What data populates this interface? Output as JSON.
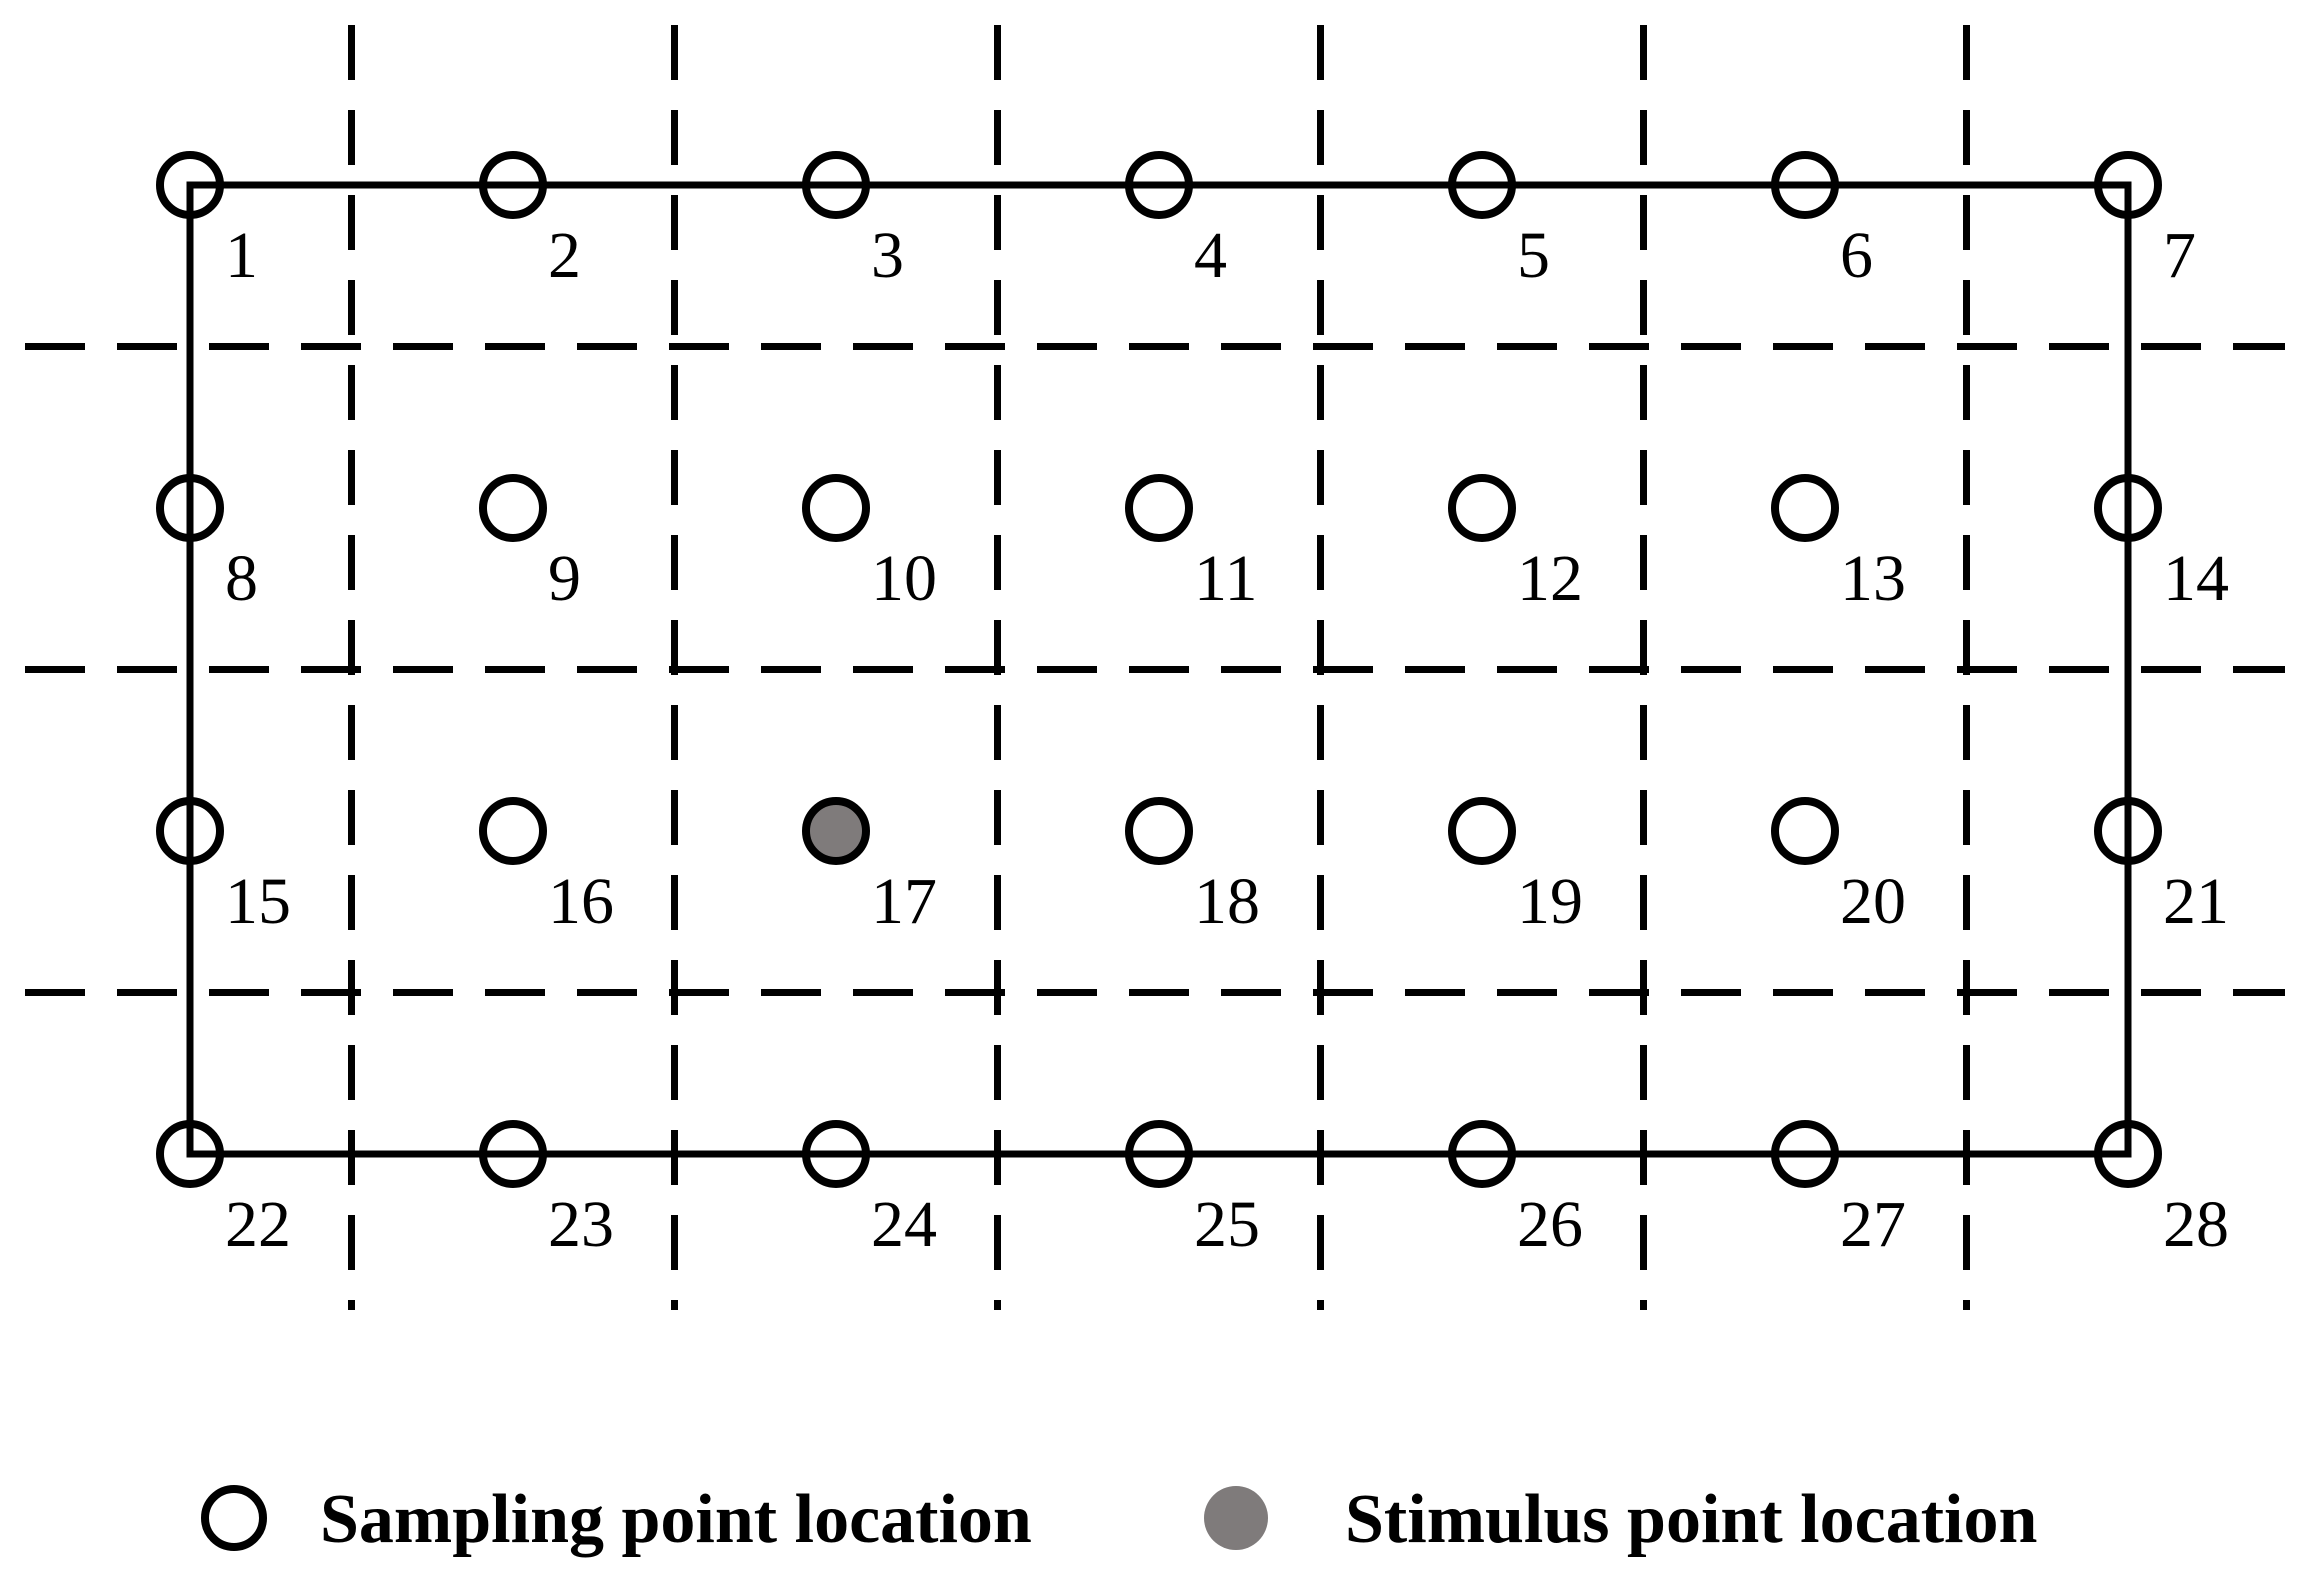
{
  "diagram": {
    "grid": {
      "columns": 7,
      "rows": 4
    },
    "stimulus_point": "17",
    "points": [
      "1",
      "2",
      "3",
      "4",
      "5",
      "6",
      "7",
      "8",
      "9",
      "10",
      "11",
      "12",
      "13",
      "14",
      "15",
      "16",
      "17",
      "18",
      "19",
      "20",
      "21",
      "22",
      "23",
      "24",
      "25",
      "26",
      "27",
      "28"
    ]
  },
  "legend": {
    "sampling_label": "Sampling point location",
    "stimulus_label": "Stimulus point location"
  },
  "colors": {
    "line": "#000000",
    "stimulus_fill": "#7f7b7b",
    "background": "#ffffff"
  },
  "icons": {
    "sampling": "hollow-circle-icon",
    "stimulus": "filled-circle-icon"
  }
}
